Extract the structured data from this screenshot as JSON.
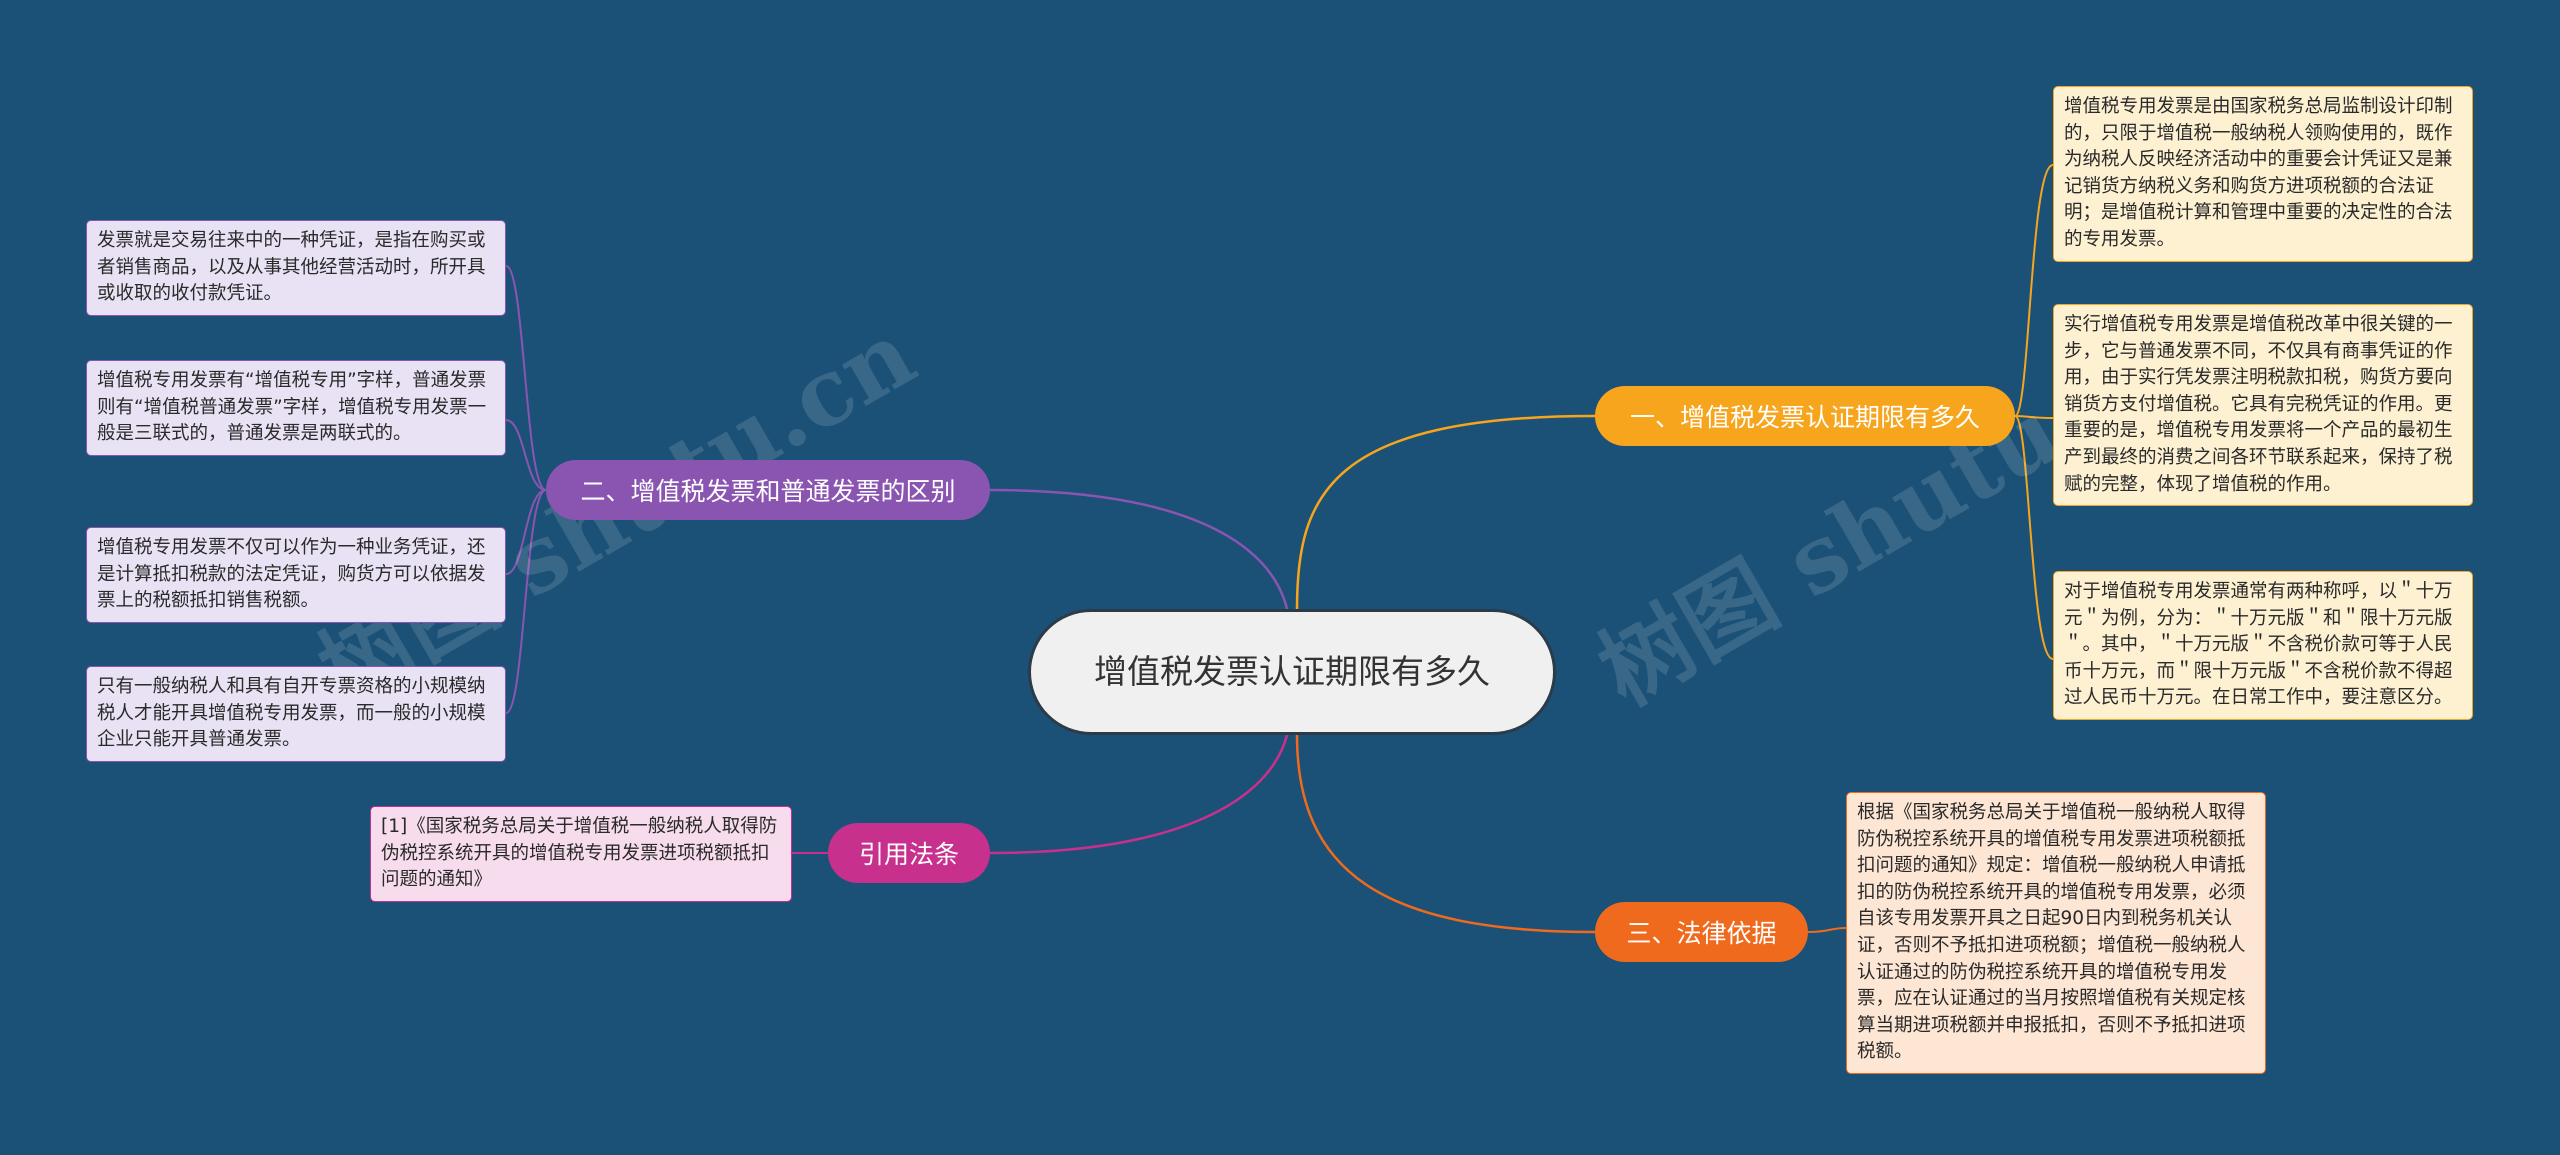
{
  "colors": {
    "background": "#1b5176",
    "branch_1": "#f6a51d",
    "branch_2": "#8a55b0",
    "branch_3": "#f06a1e",
    "branch_4": "#c8308d"
  },
  "watermarks": [
    "树图 shutu.cn",
    "树图 shutu.cn"
  ],
  "center": {
    "title": "增值税发票认证期限有多久"
  },
  "branches": [
    {
      "label": "一、增值税发票认证期限有多久",
      "leaves": [
        "增值税专用发票是由国家税务总局监制设计印制的，只限于增值税一般纳税人领购使用的，既作为纳税人反映经济活动中的重要会计凭证又是兼记销货方纳税义务和购货方进项税额的合法证明；是增值税计算和管理中重要的决定性的合法的专用发票。",
        "实行增值税专用发票是增值税改革中很关键的一步，它与普通发票不同，不仅具有商事凭证的作用，由于实行凭发票注明税款扣税，购货方要向销货方支付增值税。它具有完税凭证的作用。更重要的是，增值税专用发票将一个产品的最初生产到最终的消费之间各环节联系起来，保持了税赋的完整，体现了增值税的作用。",
        "对于增值税专用发票通常有两种称呼，以＂十万元＂为例，分为：＂十万元版＂和＂限十万元版＂。其中，＂十万元版＂不含税价款可等于人民币十万元，而＂限十万元版＂不含税价款不得超过人民币十万元。在日常工作中，要注意区分。"
      ]
    },
    {
      "label": "二、增值税发票和普通发票的区别",
      "leaves": [
        "发票就是交易往来中的一种凭证，是指在购买或者销售商品，以及从事其他经营活动时，所开具或收取的收付款凭证。",
        "增值税专用发票有“增值税专用”字样，普通发票则有“增值税普通发票”字样，增值税专用发票一般是三联式的，普通发票是两联式的。",
        "增值税专用发票不仅可以作为一种业务凭证，还是计算抵扣税款的法定凭证，购货方可以依据发票上的税额抵扣销售税额。",
        "只有一般纳税人和具有自开专票资格的小规模纳税人才能开具增值税专用发票，而一般的小规模企业只能开具普通发票。"
      ]
    },
    {
      "label": "三、法律依据",
      "leaves": [
        "根据《国家税务总局关于增值税一般纳税人取得防伪税控系统开具的增值税专用发票进项税额抵扣问题的通知》规定：增值税一般纳税人申请抵扣的防伪税控系统开具的增值税专用发票，必须自该专用发票开具之日起90日内到税务机关认证，否则不予抵扣进项税额；增值税一般纳税人认证通过的防伪税控系统开具的增值税专用发票，应在认证通过的当月按照增值税有关规定核算当期进项税额并申报抵扣，否则不予抵扣进项税额。"
      ]
    },
    {
      "label": "引用法条",
      "leaves": [
        "[1]《国家税务总局关于增值税一般纳税人取得防伪税控系统开具的增值税专用发票进项税额抵扣问题的通知》"
      ]
    }
  ]
}
